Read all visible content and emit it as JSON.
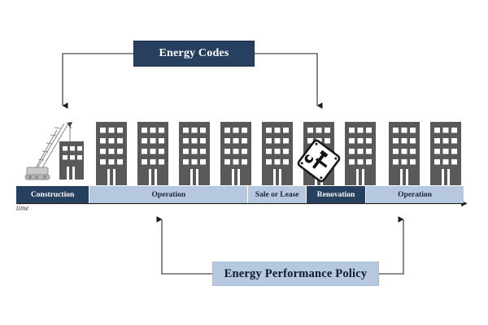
{
  "diagram": {
    "title_top": "Energy Codes",
    "title_bottom": "Energy Performance Policy",
    "axis_label": "time"
  },
  "top_box": {
    "label": "Energy Codes",
    "fill": "#27405f",
    "text_color": "#ffffff"
  },
  "bottom_box": {
    "label": "Energy Performance Policy",
    "fill": "#b6c7e0",
    "text_color": "#0f1b2c"
  },
  "timeline": {
    "axis_label": "time",
    "segments": [
      {
        "label": "Construction",
        "style": "dark",
        "width_pct": 16.4
      },
      {
        "label": "Operation",
        "style": "light",
        "width_pct": 35.5
      },
      {
        "label": "Sale or Lease",
        "style": "light",
        "width_pct": 13.0
      },
      {
        "label": "Renovation",
        "style": "dark",
        "width_pct": 13.3
      },
      {
        "label": "Operation",
        "style": "light",
        "width_pct": 21.8
      }
    ]
  },
  "connectors": {
    "top_left": {
      "icon": "arrow-down-icon",
      "target": "Construction"
    },
    "top_right": {
      "icon": "arrow-down-icon",
      "target": "Renovation"
    },
    "bottom_left": {
      "icon": "arrow-up-icon",
      "target": "Operation"
    },
    "bottom_right": {
      "icon": "arrow-up-icon",
      "target": "Operation"
    }
  },
  "scene": {
    "crane_icon": "construction-crane-icon",
    "renovation_sign_icon": "hammer-wrench-sign-icon",
    "building_icon": "office-building-icon",
    "building_count": 10,
    "building_fill": "#595959"
  }
}
